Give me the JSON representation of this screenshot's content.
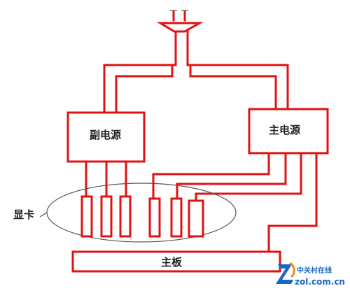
{
  "labels": {
    "aux_psu": "副电源",
    "main_psu": "主电源",
    "gpu": "显卡",
    "motherboard": "主板"
  },
  "watermark": {
    "cn": "中关村在线",
    "en": "zol.com.cn"
  },
  "colors": {
    "wire": "#e01212",
    "outline": "#555555",
    "watermark_blue": "#1b66c9",
    "watermark_orange": "#e98a1c"
  }
}
